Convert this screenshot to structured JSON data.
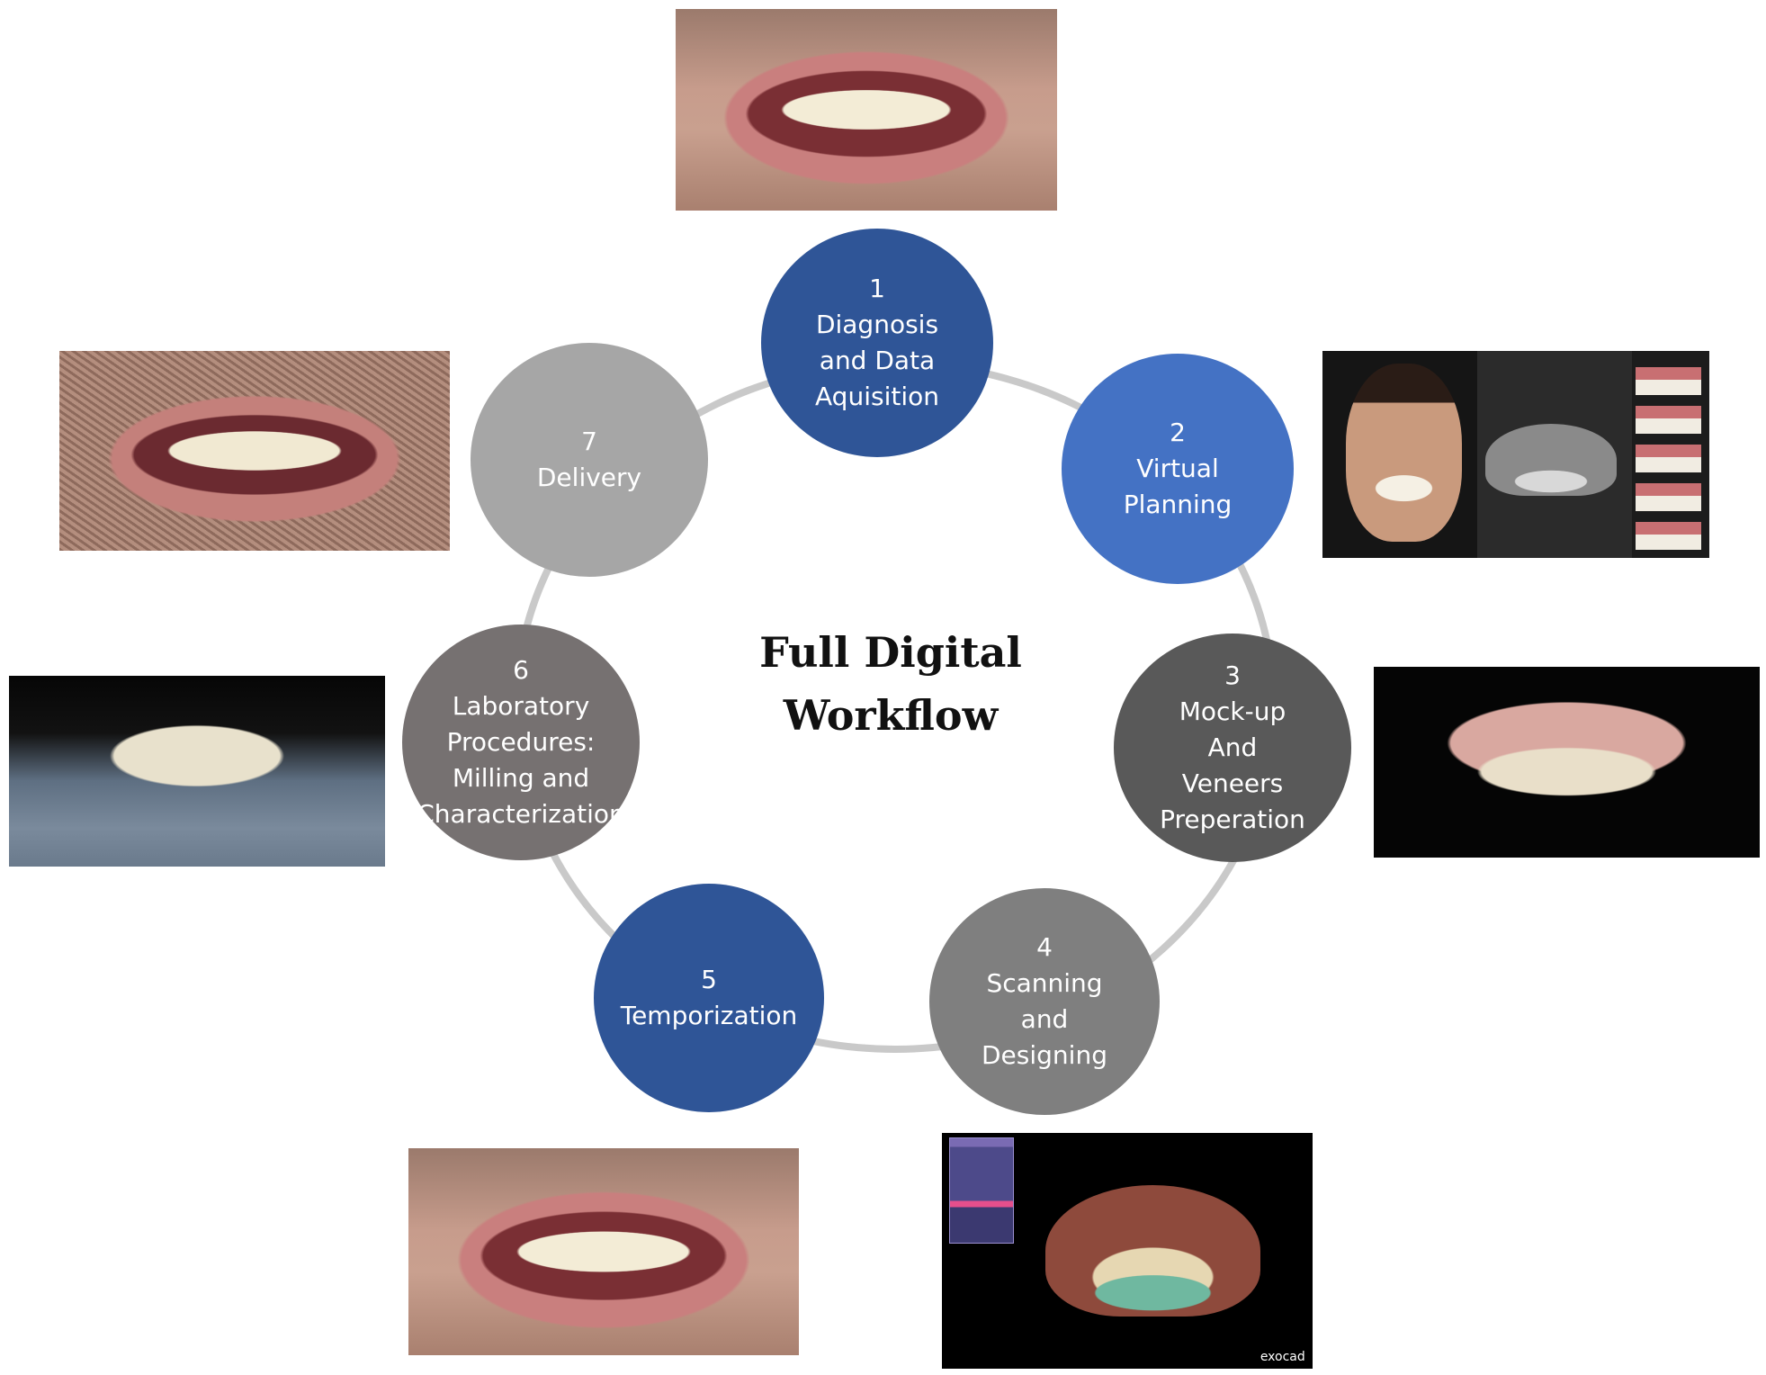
{
  "title": {
    "line1": "Full Digital",
    "line2": "Workflow"
  },
  "steps": [
    {
      "number": "1",
      "lines": [
        "Diagnosis",
        "and Data",
        "Aquisition"
      ],
      "color": "#2f5597"
    },
    {
      "number": "2",
      "lines": [
        "Virtual",
        "Planning"
      ],
      "color": "#4472c4"
    },
    {
      "number": "3",
      "lines": [
        "Mock-up",
        "And",
        "Veneers",
        "Preperation"
      ],
      "color": "#595959"
    },
    {
      "number": "4",
      "lines": [
        "Scanning",
        "and",
        "Designing"
      ],
      "color": "#7f7f7f"
    },
    {
      "number": "5",
      "lines": [
        "Temporization"
      ],
      "color": "#2f5597"
    },
    {
      "number": "6",
      "lines": [
        "Laboratory",
        "Procedures:",
        "Milling and",
        "Characterization"
      ],
      "color": "#767171"
    },
    {
      "number": "7",
      "lines": [
        "Delivery"
      ],
      "color": "#a6a6a6"
    }
  ],
  "photos": {
    "exocad_label": "exocad"
  },
  "colors": {
    "ring": "#c9c9c9",
    "title_text": "#111111",
    "step_text": "#ffffff"
  }
}
